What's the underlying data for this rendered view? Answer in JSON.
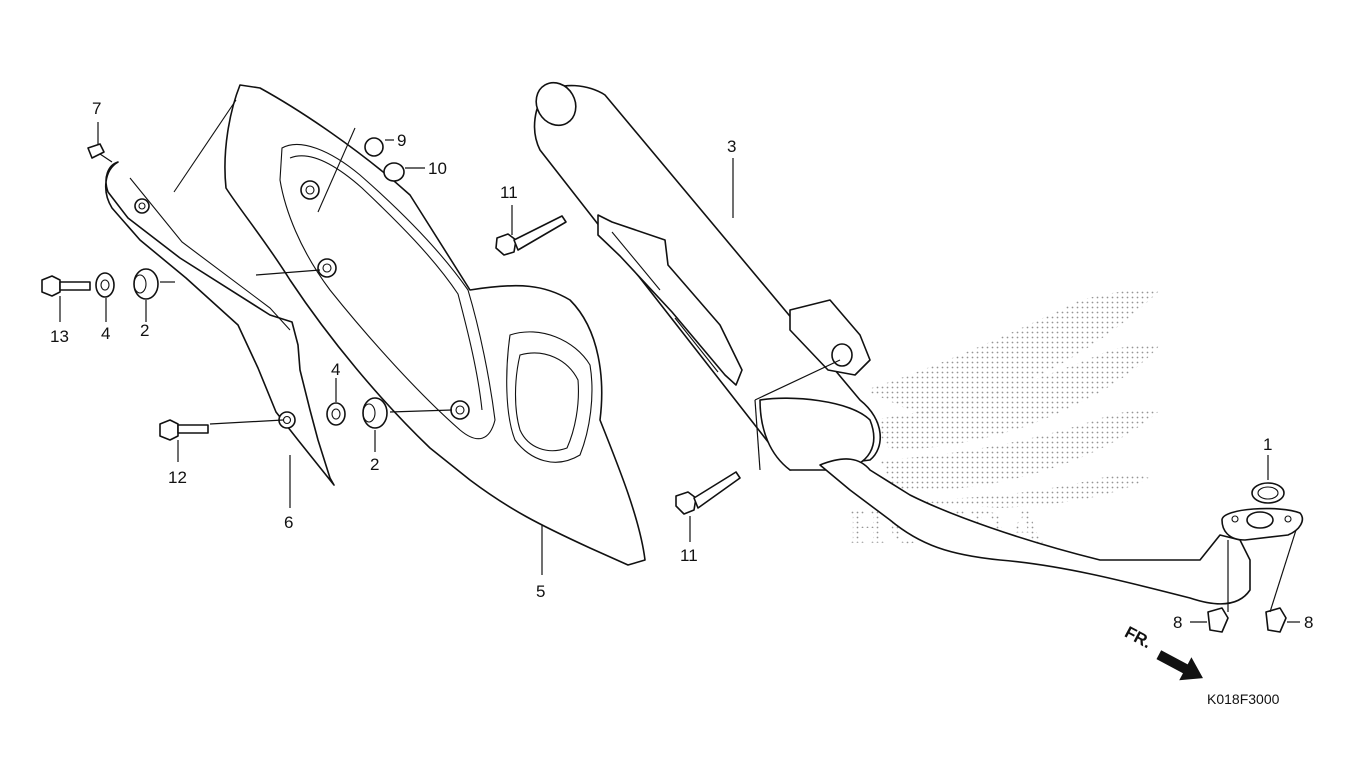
{
  "diagram": {
    "code": "K018F3000",
    "front_marker": "FR.",
    "watermark": "HONDA",
    "callouts": {
      "c1": "1",
      "c2a": "2",
      "c2b": "2",
      "c3": "3",
      "c4a": "4",
      "c4b": "4",
      "c5": "5",
      "c6": "6",
      "c7": "7",
      "c8a": "8",
      "c8b": "8",
      "c9": "9",
      "c10": "10",
      "c11a": "11",
      "c11b": "11",
      "c12": "12",
      "c13": "13"
    }
  }
}
